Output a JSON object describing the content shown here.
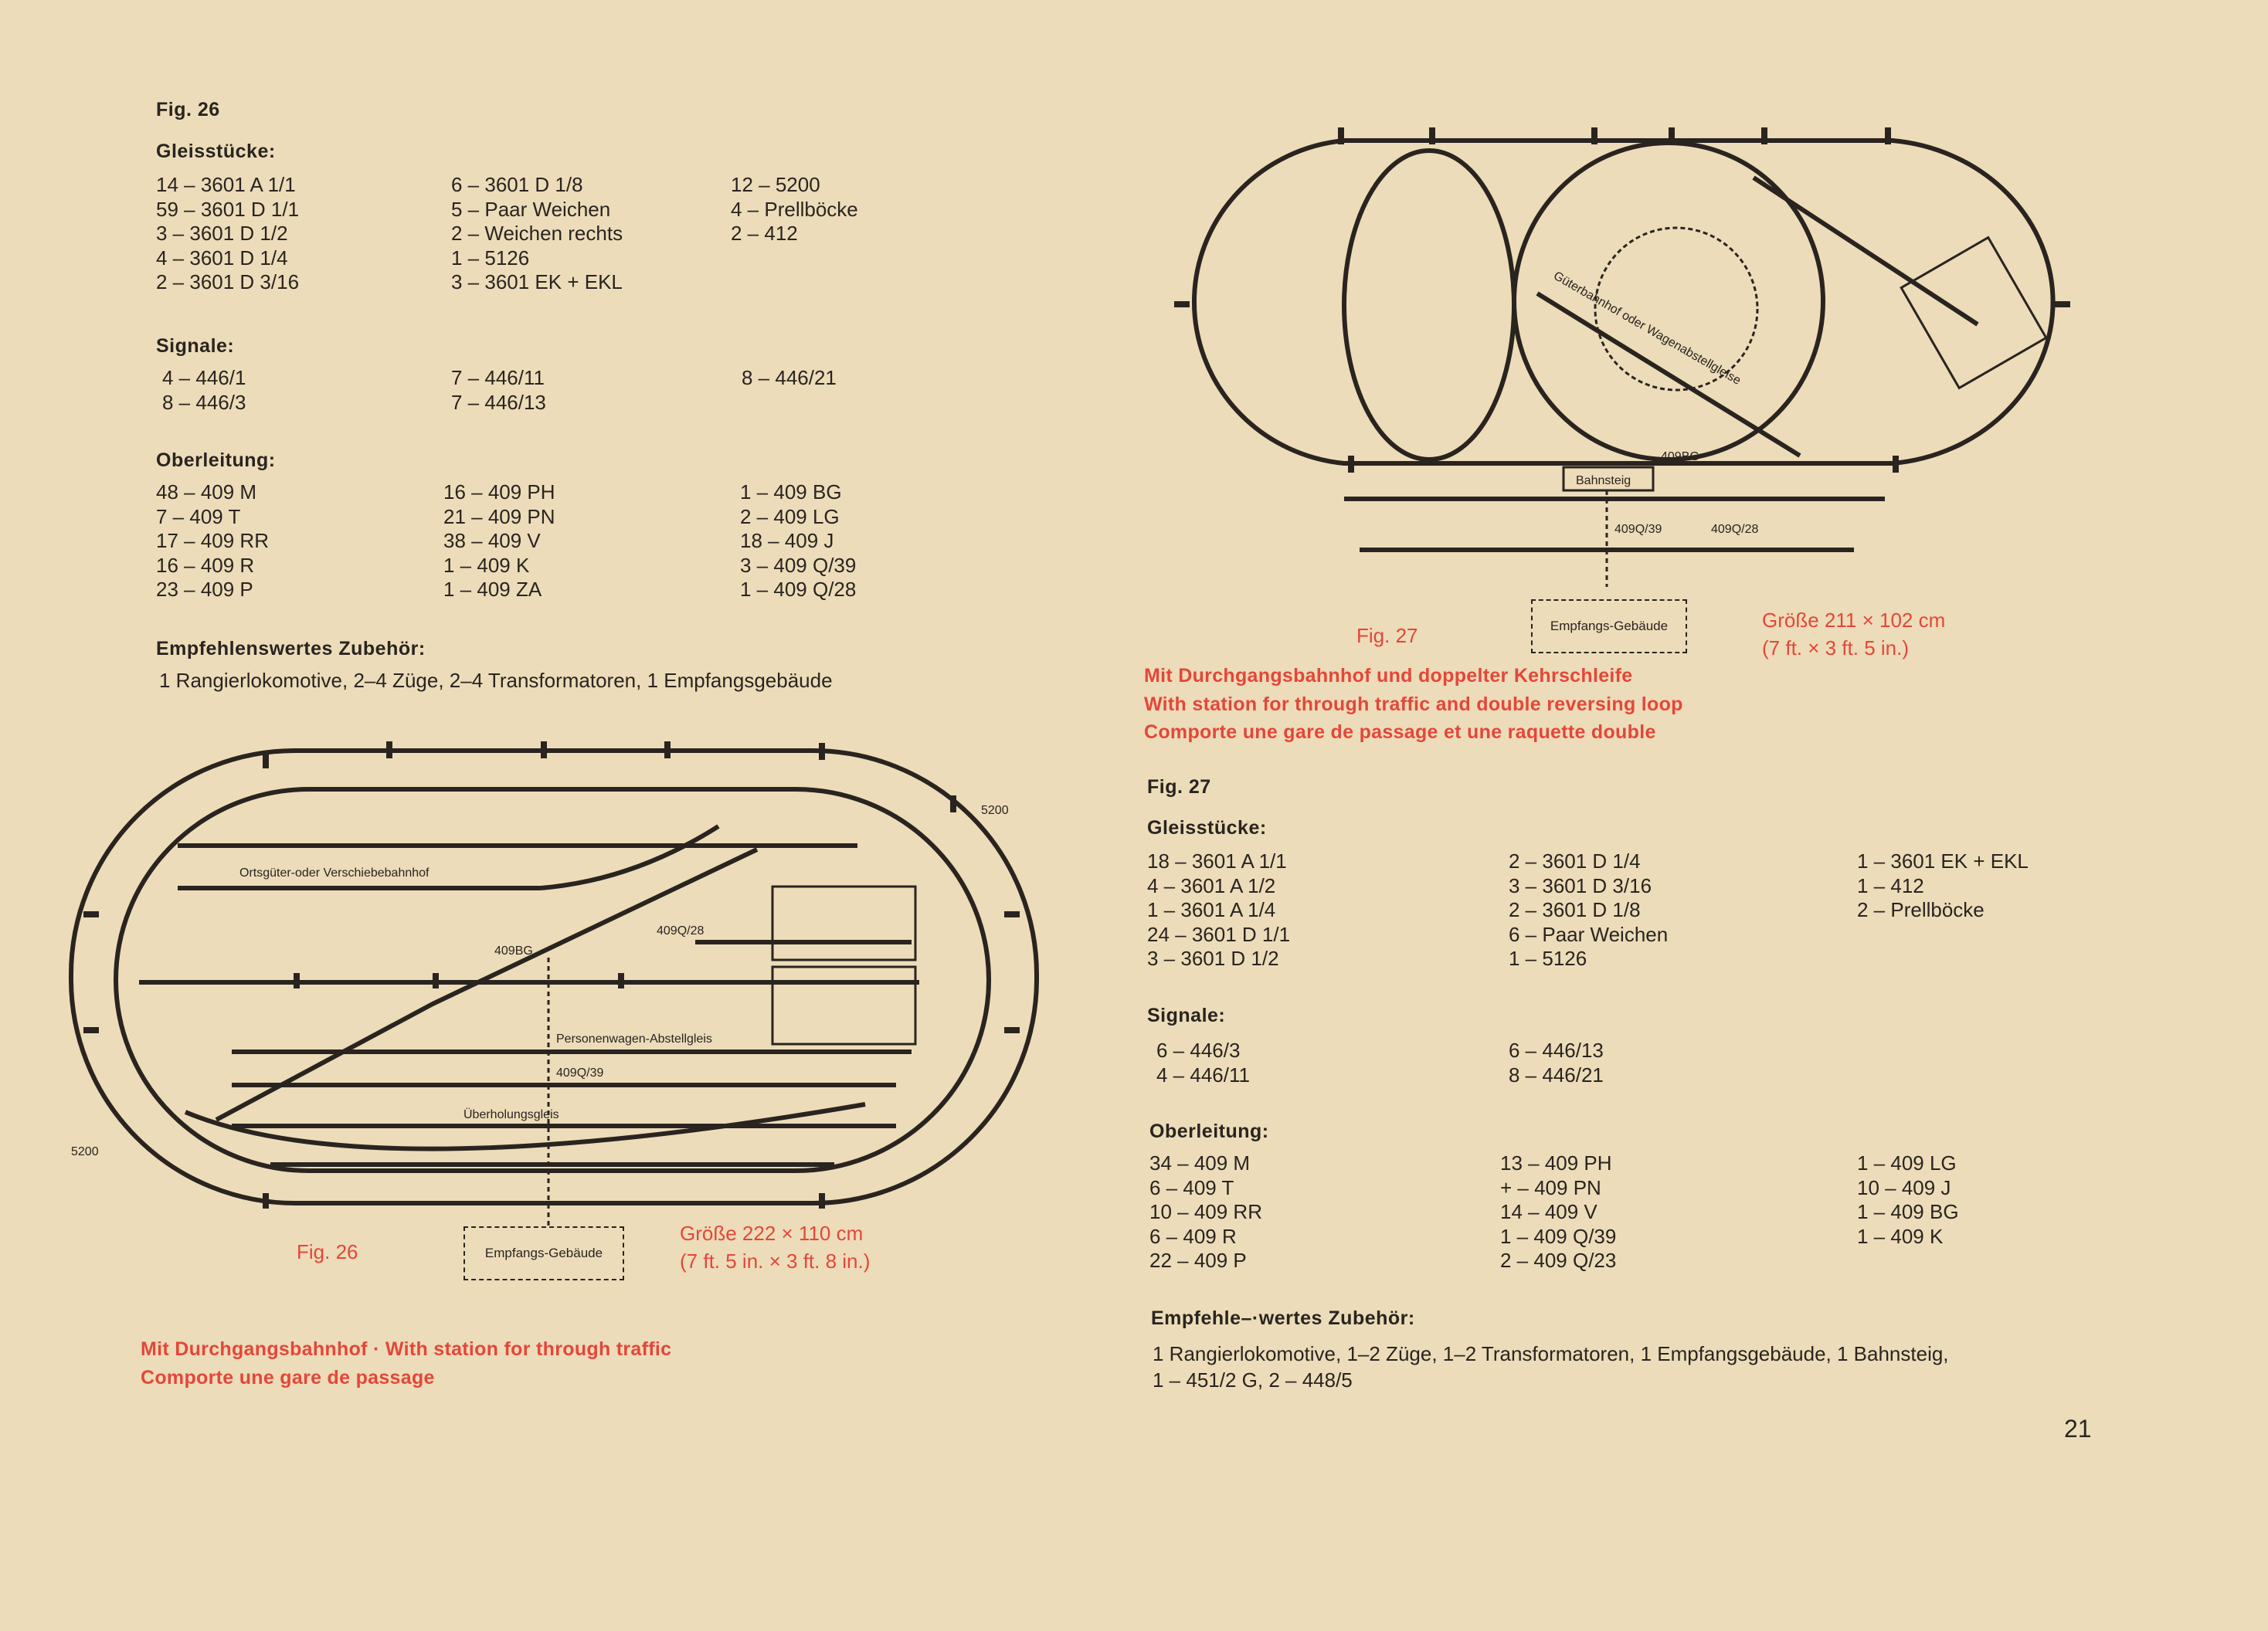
{
  "page_number": "21",
  "colors": {
    "paper": "#ecdcb9",
    "ink": "#2a2420",
    "accent_red": "#e5463a"
  },
  "fig26": {
    "label": "Fig. 26",
    "gleisstuecke": {
      "heading": "Gleisstücke:",
      "columns": [
        [
          "14 – 3601 A 1/1",
          "59 – 3601 D 1/1",
          "3 – 3601 D 1/2",
          "4 – 3601 D 1/4",
          "2 – 3601 D 3/16"
        ],
        [
          "6 – 3601 D 1/8",
          "5 – Paar Weichen",
          "2 – Weichen rechts",
          "1 – 5126",
          "3 – 3601 EK + EKL"
        ],
        [
          "12 – 5200",
          "4 – Prellböcke",
          "2 – 412"
        ]
      ]
    },
    "signale": {
      "heading": "Signale:",
      "columns": [
        [
          "4 – 446/1",
          "8 – 446/3"
        ],
        [
          "7 – 446/11",
          "7 – 446/13"
        ],
        [
          "8 – 446/21"
        ]
      ]
    },
    "oberleitung": {
      "heading": "Oberleitung:",
      "columns": [
        [
          "48 – 409 M",
          "7 – 409 T",
          "17 – 409 RR",
          "16 – 409 R",
          "23 – 409 P"
        ],
        [
          "16 – 409 PH",
          "21 – 409 PN",
          "38 – 409 V",
          "1 – 409 K",
          "1 – 409 ZA"
        ],
        [
          "1 – 409 BG",
          "2 – 409 LG",
          "18 – 409 J",
          "3 – 409 Q/39",
          "1 – 409 Q/28"
        ]
      ]
    },
    "zubehoer": {
      "heading": "Empfehlenswertes Zubehör:",
      "text": "1 Rangierlokomotive, 2–4 Züge, 2–4 Transformatoren, 1 Empfangsgebäude"
    },
    "diagram": {
      "caption_label": "Fig. 26",
      "building": "Empfangs-Gebäude",
      "size_line1": "Größe 222 × 110 cm",
      "size_line2": "(7 ft. 5 in. × 3 ft. 8 in.)",
      "track_labels": {
        "yard": "Ortsgüter-oder Verschiebebahnhof",
        "coach_siding": "Personenwagen-Abstellgleis",
        "passing": "Überholungsgleis",
        "t5200_a": "5200",
        "t5200_b": "5200",
        "q39": "409Q/39",
        "q28": "409Q/28",
        "bg": "409BG"
      }
    },
    "caption": {
      "line1": "Mit Durchgangsbahnhof  ·  With station for through traffic",
      "line2": "Comporte une gare de passage"
    }
  },
  "fig27": {
    "label": "Fig. 27",
    "gleisstuecke": {
      "heading": "Gleisstücke:",
      "columns": [
        [
          "18 – 3601 A 1/1",
          "4 – 3601 A 1/2",
          "1 – 3601 A 1/4",
          "24 – 3601 D 1/1",
          "3 – 3601 D 1/2"
        ],
        [
          "2 – 3601 D 1/4",
          "3 – 3601 D 3/16",
          "2 – 3601 D 1/8",
          "6 – Paar Weichen",
          "1 – 5126"
        ],
        [
          "1 – 3601 EK + EKL",
          "1 – 412",
          "2 – Prellböcke"
        ]
      ]
    },
    "signale": {
      "heading": "Signale:",
      "columns": [
        [
          "6 – 446/3",
          "4 – 446/11"
        ],
        [
          "6 – 446/13",
          "8 – 446/21"
        ]
      ]
    },
    "oberleitung": {
      "heading": "Oberleitung:",
      "columns": [
        [
          "34 – 409 M",
          "6 – 409 T",
          "10 – 409 RR",
          "6 – 409 R",
          "22 – 409 P"
        ],
        [
          "13 – 409 PH",
          "+ – 409 PN",
          "14 – 409 V",
          "1 – 409 Q/39",
          "2 – 409 Q/23"
        ],
        [
          "1 – 409 LG",
          "10 – 409 J",
          "1 – 409 BG",
          "1 – 409 K"
        ]
      ]
    },
    "zubehoer": {
      "heading": "Empfehle–·wertes Zubehör:",
      "line1": "1 Rangierlokomotive, 1–2 Züge, 1–2 Transformatoren, 1 Empfangsgebäude, 1 Bahnsteig,",
      "line2": "1 – 451/2 G, 2 – 448/5"
    },
    "diagram": {
      "caption_label": "Fig. 27",
      "building": "Empfangs-Gebäude",
      "size_line1": "Größe 211 × 102 cm",
      "size_line2": "(7 ft. × 3 ft. 5 in.)",
      "track_labels": {
        "platform": "Bahnsteig",
        "goods": "Güterbahnhof oder Wagenabstellgleise",
        "q39": "409Q/39",
        "q28": "409Q/28",
        "bg": "409BG"
      }
    },
    "caption": {
      "line1": "Mit Durchgangsbahnhof und doppelter Kehrschleife",
      "line2": "With station for through traffic and double reversing loop",
      "line3": "Comporte une gare de passage et une raquette double"
    }
  }
}
